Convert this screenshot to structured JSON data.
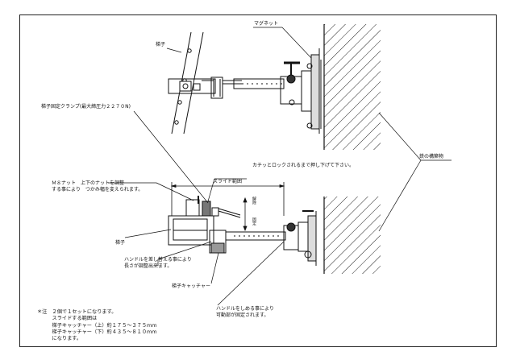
{
  "labels": {
    "ladder": "梯子",
    "magnet": "マグネット",
    "clamp": "梯子固定クランプ(最大締圧力２２７０N)",
    "iron_structure": "鉄の構築物",
    "lock_instruction": "カチッとロックされるまで押し下げて下さい。",
    "slide_range": "スライド範囲",
    "nut_line1": "Ｍ８ナット　上下のナットを調整",
    "nut_line2": "する事により　つかみ幅を変えられます。",
    "ladder2": "梯子",
    "handle_length_line1": "ハンドルを差し替える事により",
    "handle_length_line2": "長さが調整出来ます。",
    "ladder_catcher": "梯子キャッチャー",
    "handle_fix_line1": "ハンドルをしめる事により",
    "handle_fix_line2": "可動部が固定されます。",
    "unlock": "解除",
    "lock": "固定"
  },
  "notes": [
    "＊注　２個で１セットになります。",
    "　　　スライドする範囲は",
    "　　　梯子キャッチャー（上）約１７５～３７５ｍｍ",
    "　　　梯子キャッチャー（下）約４３５～８１０ｍｍ",
    "　　　になります。"
  ]
}
